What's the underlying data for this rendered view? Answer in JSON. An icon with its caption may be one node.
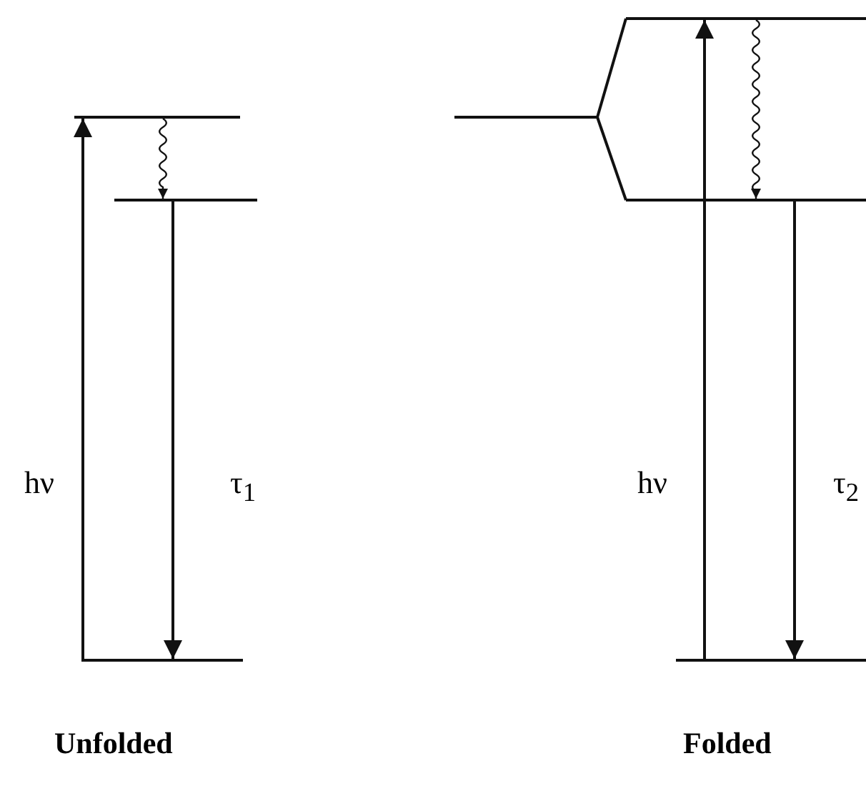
{
  "diagram": {
    "nodes": [
      {
        "text": [],
        "shape": "bar"
      },
      {
        "text": [],
        "shape": "bar"
      },
      {
        "text": [],
        "shape": "bar"
      },
      {
        "text": [],
        "shape": "bar"
      },
      {
        "text": [],
        "shape": "bar"
      },
      {
        "text": [],
        "shape": "bar"
      },
      {
        "text": [],
        "shape": "bar"
      }
    ],
    "edges": [
      {
        "from": 2,
        "to": 0,
        "arrow": "to",
        "label": "hν"
      },
      {
        "from": 0,
        "to": 1,
        "arrow": "to"
      },
      {
        "from": 1,
        "to": 2,
        "arrow": "to",
        "label": "τ$_{1}$"
      },
      {
        "from": 3,
        "to": 4,
        "arrow": "none"
      },
      {
        "from": 3,
        "to": 5,
        "arrow": "none"
      },
      {
        "from": 6,
        "to": 4,
        "arrow": "to",
        "label": "hν"
      },
      {
        "from": 4,
        "to": 5,
        "arrow": "to"
      },
      {
        "from": 5,
        "to": 6,
        "arrow": "to",
        "label": "τ$_{2}$"
      }
    ],
    "labels": [
      "Unfolded",
      "Folded"
    ]
  }
}
